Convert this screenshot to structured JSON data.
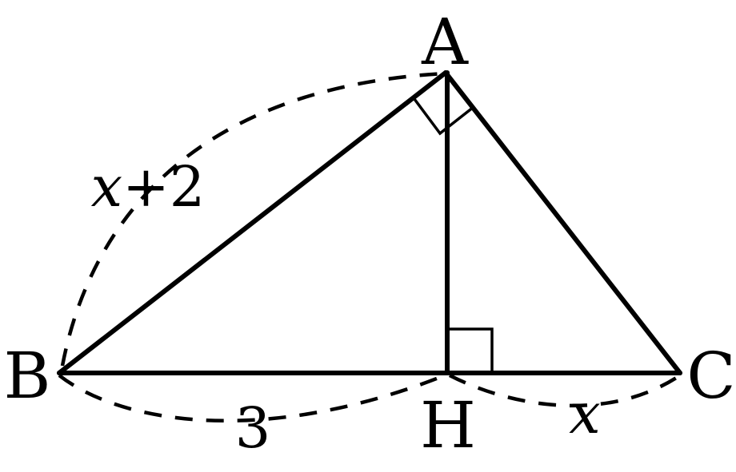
{
  "vertices": {
    "A": "A",
    "B": "B",
    "C": "C",
    "H": "H"
  },
  "measurements": {
    "AB_variable": "x",
    "AB_operator": "+",
    "AB_constant": "2",
    "BH": "3",
    "HC": "x"
  }
}
